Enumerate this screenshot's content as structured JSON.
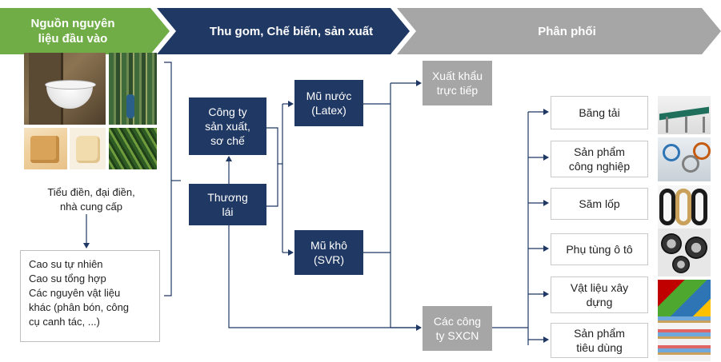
{
  "headers": {
    "inputs": [
      "Nguồn nguyên",
      "liệu đầu vào"
    ],
    "processing": "Thu gom, Chế biến, sản xuất",
    "distribution": "Phân phối"
  },
  "sources": {
    "photos": [
      "latex-tapping-photo",
      "rubber-forest-photo",
      "rubber-block-photo",
      "rubber-block-photo",
      "seedling-photo"
    ],
    "caption": [
      "Tiểu điền, đại điền,",
      "nhà cung cấp"
    ],
    "inputs_list": [
      "Cao su tự nhiên",
      "Cao su tổng hợp",
      "Các nguyên vật liệu",
      "khác (phân bón, công",
      "cụ canh tác,  ...)"
    ]
  },
  "processing": {
    "company": [
      "Công ty",
      "sản xuất,",
      "sơ chế"
    ],
    "trader": [
      "Thương",
      "lái"
    ],
    "latex": [
      "Mũ nước",
      "(Latex)"
    ],
    "svr": [
      "Mũ khô",
      "(SVR)"
    ]
  },
  "distribution": {
    "export": [
      "Xuất khẩu",
      "trực tiếp"
    ],
    "industrial": [
      "Các công",
      "ty SXCN"
    ],
    "products": [
      {
        "label": [
          "Băng tải"
        ],
        "icon": "conveyor-belt-photo"
      },
      {
        "label": [
          "Sản phẩm",
          "công nghiệp"
        ],
        "icon": "industrial-products-photo"
      },
      {
        "label": [
          "Săm lốp"
        ],
        "icon": "tires-photo"
      },
      {
        "label": [
          "Phụ tùng ô tô"
        ],
        "icon": "auto-parts-photo"
      },
      {
        "label": [
          "Vật liệu xây",
          "dựng"
        ],
        "icon": "construction-materials-photo"
      },
      {
        "label": [
          "Sản phẩm",
          "tiêu dùng"
        ],
        "icon": "consumer-products-photo"
      }
    ]
  },
  "colors": {
    "green": "#70ad47",
    "navy": "#203864",
    "grey": "#a6a6a6",
    "line": "#1f3864"
  }
}
